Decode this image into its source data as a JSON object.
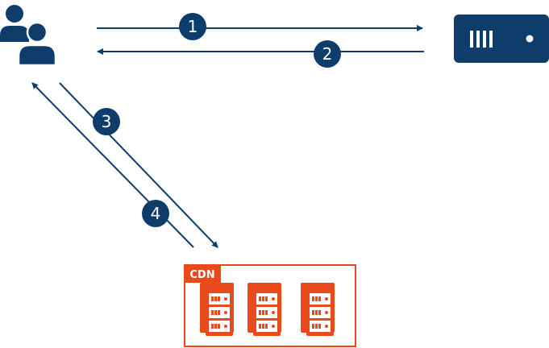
{
  "colors": {
    "navy": "#0e3c6b",
    "orange": "#e84a1c",
    "white": "#ffffff"
  },
  "nodes": {
    "users": {
      "icon": "users-icon"
    },
    "origin_server": {
      "icon": "server-icon"
    },
    "cdn": {
      "label": "CDN",
      "icon": "server-rack-icon",
      "server_count": 3
    }
  },
  "steps": [
    {
      "number": "1"
    },
    {
      "number": "2"
    },
    {
      "number": "3"
    },
    {
      "number": "4"
    }
  ]
}
